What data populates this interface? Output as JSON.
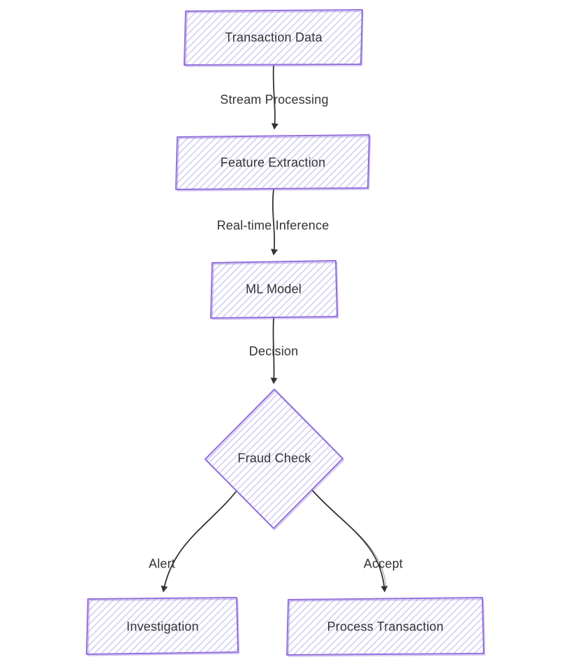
{
  "diagram": {
    "type": "flowchart",
    "style": "hand-drawn-sketch",
    "colors": {
      "background": "#ffffff",
      "node_border": "#9370DB",
      "node_fill_hatch": "#d0ccf2",
      "edge_line": "#333333",
      "text": "#333333"
    },
    "nodes": [
      {
        "id": "transaction-data",
        "label": "Transaction Data",
        "shape": "rect"
      },
      {
        "id": "feature-extraction",
        "label": "Feature Extraction",
        "shape": "rect"
      },
      {
        "id": "ml-model",
        "label": "ML Model",
        "shape": "rect"
      },
      {
        "id": "fraud-check",
        "label": "Fraud Check",
        "shape": "diamond"
      },
      {
        "id": "investigation",
        "label": "Investigation",
        "shape": "rect"
      },
      {
        "id": "process-transaction",
        "label": "Process Transaction",
        "shape": "rect"
      }
    ],
    "edges": [
      {
        "from": "transaction-data",
        "to": "feature-extraction",
        "label": "Stream Processing"
      },
      {
        "from": "feature-extraction",
        "to": "ml-model",
        "label": "Real-time Inference"
      },
      {
        "from": "ml-model",
        "to": "fraud-check",
        "label": "Decision"
      },
      {
        "from": "fraud-check",
        "to": "investigation",
        "label": "Alert"
      },
      {
        "from": "fraud-check",
        "to": "process-transaction",
        "label": "Accept"
      }
    ]
  }
}
